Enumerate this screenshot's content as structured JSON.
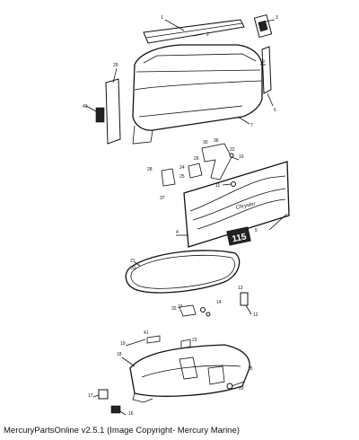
{
  "diagram": {
    "callouts": [
      {
        "id": "c-top-1",
        "label": "1"
      },
      {
        "id": "c-top-2",
        "label": "2"
      },
      {
        "id": "c-top-3",
        "label": "3"
      },
      {
        "id": "c-5",
        "label": "5"
      },
      {
        "id": "c-6",
        "label": "6"
      },
      {
        "id": "c-7",
        "label": "7"
      },
      {
        "id": "c-9",
        "label": "9"
      },
      {
        "id": "c-10",
        "label": "10"
      },
      {
        "id": "c-11",
        "label": "11"
      },
      {
        "id": "c-12",
        "label": "12"
      },
      {
        "id": "c-13",
        "label": "13"
      },
      {
        "id": "c-14",
        "label": "14"
      },
      {
        "id": "c-15",
        "label": "15"
      },
      {
        "id": "c-16",
        "label": "16"
      },
      {
        "id": "c-17",
        "label": "17"
      },
      {
        "id": "c-18",
        "label": "18"
      },
      {
        "id": "c-19",
        "label": "19"
      },
      {
        "id": "c-20",
        "label": "20"
      },
      {
        "id": "c-21",
        "label": "21"
      },
      {
        "id": "c-22",
        "label": "22"
      },
      {
        "id": "c-23",
        "label": "23"
      },
      {
        "id": "c-24",
        "label": "24"
      },
      {
        "id": "c-25",
        "label": "25"
      },
      {
        "id": "c-26",
        "label": "26"
      },
      {
        "id": "c-27",
        "label": "27"
      },
      {
        "id": "c-28",
        "label": "28"
      },
      {
        "id": "c-29",
        "label": "29"
      },
      {
        "id": "c-30",
        "label": "30"
      },
      {
        "id": "c-31",
        "label": "31"
      },
      {
        "id": "c-32",
        "label": "32"
      },
      {
        "id": "c-36",
        "label": "36"
      },
      {
        "id": "c-37",
        "label": "37"
      },
      {
        "id": "c-40",
        "label": "40"
      },
      {
        "id": "c-41",
        "label": "41"
      },
      {
        "id": "c-4",
        "label": "4"
      }
    ],
    "decal_brand": "Chrysler",
    "decal_model": "115"
  },
  "caption": "MercuryPartsOnline v2.5.1 (Image Copyright- Mercury Marine)"
}
